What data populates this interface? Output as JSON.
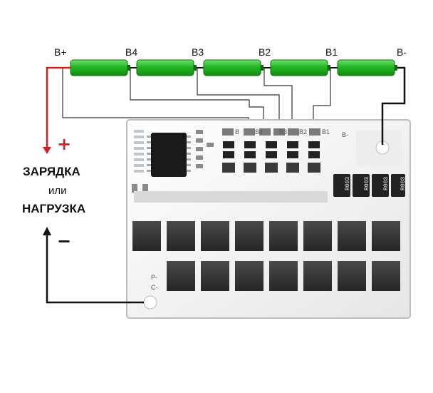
{
  "terminals": {
    "b_plus": "B+",
    "b4": "B4",
    "b3": "B3",
    "b2": "B2",
    "b1": "B1",
    "b_minus": "B-"
  },
  "pcb_pads": {
    "b": "B",
    "b4": "B4",
    "b3": "B3",
    "b2": "B2",
    "b1": "B1",
    "b_minus": "B-",
    "p_minus": "P-",
    "c_minus": "C-"
  },
  "caption": {
    "line1": "ЗАРЯДКА",
    "line2": "или",
    "line3": "НАГРУЗКА"
  },
  "polarity": {
    "plus": "+",
    "minus": "−"
  },
  "resistor_codes": [
    "R003",
    "R003",
    "R003",
    "R003"
  ],
  "colors": {
    "cell_green": "#22b822",
    "positive_wire": "#d42020",
    "negative_wire": "#111111",
    "pcb_white": "#f4f4f4"
  }
}
